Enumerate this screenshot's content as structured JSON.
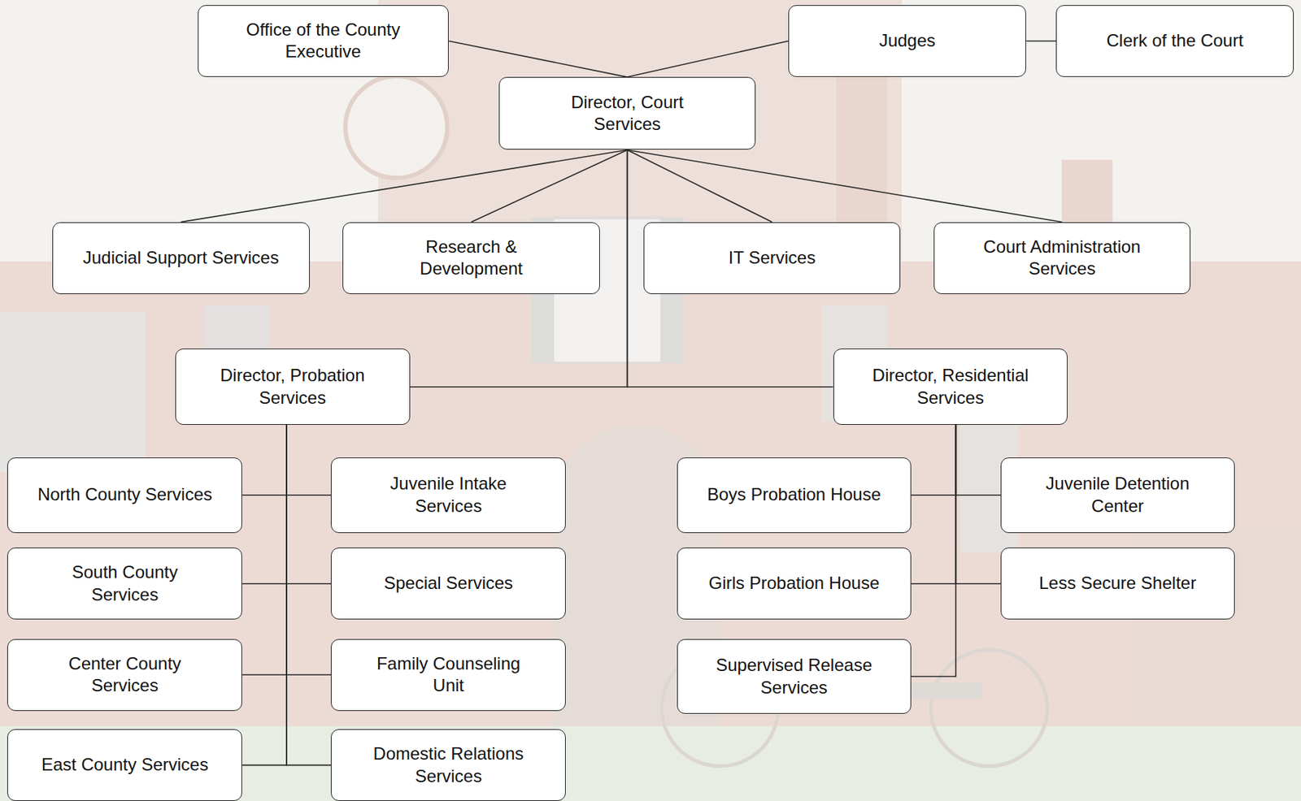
{
  "diagram": {
    "nodes": [
      {
        "text": [
          "Office of the County Executive"
        ]
      },
      {
        "text": [
          "Judges"
        ]
      },
      {
        "text": [
          "Clerk of the Court"
        ]
      },
      {
        "text": [
          "Director, Court Services"
        ]
      },
      {
        "text": [
          "Judicial Support Services"
        ]
      },
      {
        "text": [
          "Research & Development"
        ]
      },
      {
        "text": [
          "IT Services"
        ]
      },
      {
        "text": [
          "Court Administration Services"
        ]
      },
      {
        "text": [
          "Director, Probation Services"
        ]
      },
      {
        "text": [
          "Director, Residential Services"
        ]
      },
      {
        "text": [
          "North County Services"
        ]
      },
      {
        "text": [
          "Juvenile Intake Services"
        ]
      },
      {
        "text": [
          "South County Services"
        ]
      },
      {
        "text": [
          "Special Services"
        ]
      },
      {
        "text": [
          "Center County Services"
        ]
      },
      {
        "text": [
          "Family Counseling Unit"
        ]
      },
      {
        "text": [
          "East County Services"
        ]
      },
      {
        "text": [
          "Domestic Relations Services"
        ]
      },
      {
        "text": [
          "Boys Probation House"
        ]
      },
      {
        "text": [
          "Juvenile Detention Center"
        ]
      },
      {
        "text": [
          "Girls Probation House"
        ]
      },
      {
        "text": [
          "Less Secure Shelter"
        ]
      },
      {
        "text": [
          "Supervised Release Services"
        ]
      }
    ],
    "edges": [
      {
        "from": 0,
        "to": 3,
        "arrow": "none"
      },
      {
        "from": 1,
        "to": 3,
        "arrow": "none"
      },
      {
        "from": 1,
        "to": 2,
        "arrow": "none"
      },
      {
        "from": 3,
        "to": 4,
        "arrow": "none"
      },
      {
        "from": 3,
        "to": 5,
        "arrow": "none"
      },
      {
        "from": 3,
        "to": 6,
        "arrow": "none"
      },
      {
        "from": 3,
        "to": 7,
        "arrow": "none"
      },
      {
        "from": 3,
        "to": 8,
        "arrow": "none"
      },
      {
        "from": 3,
        "to": 9,
        "arrow": "none"
      },
      {
        "from": 8,
        "to": 10,
        "arrow": "none"
      },
      {
        "from": 8,
        "to": 11,
        "arrow": "none"
      },
      {
        "from": 8,
        "to": 12,
        "arrow": "none"
      },
      {
        "from": 8,
        "to": 13,
        "arrow": "none"
      },
      {
        "from": 8,
        "to": 14,
        "arrow": "none"
      },
      {
        "from": 8,
        "to": 15,
        "arrow": "none"
      },
      {
        "from": 8,
        "to": 16,
        "arrow": "none"
      },
      {
        "from": 8,
        "to": 17,
        "arrow": "none"
      },
      {
        "from": 9,
        "to": 18,
        "arrow": "none"
      },
      {
        "from": 9,
        "to": 19,
        "arrow": "none"
      },
      {
        "from": 9,
        "to": 20,
        "arrow": "none"
      },
      {
        "from": 9,
        "to": 21,
        "arrow": "none"
      },
      {
        "from": 9,
        "to": 22,
        "arrow": "none"
      }
    ]
  }
}
